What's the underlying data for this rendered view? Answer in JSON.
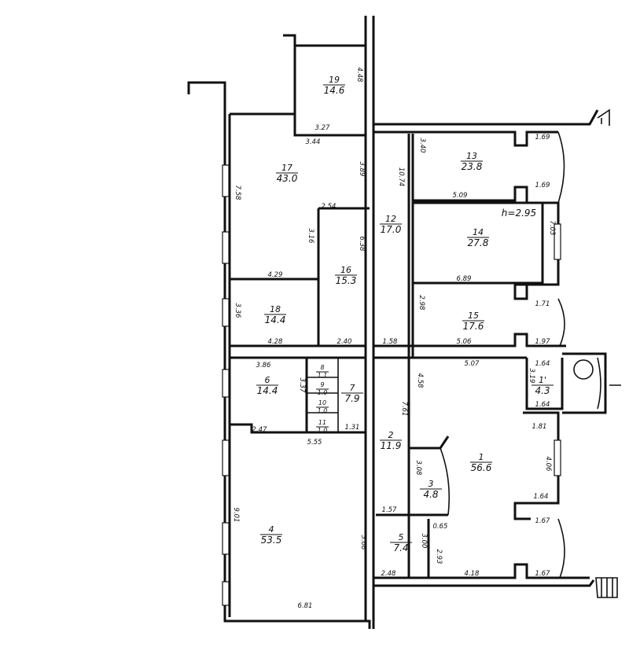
{
  "plan": {
    "height_note": "h=2.95",
    "rooms": [
      {
        "id": "19",
        "area": "14.6"
      },
      {
        "id": "17",
        "area": "43.0"
      },
      {
        "id": "16",
        "area": "15.3"
      },
      {
        "id": "18",
        "area": "14.4"
      },
      {
        "id": "12",
        "area": "17.0"
      },
      {
        "id": "13",
        "area": "23.8"
      },
      {
        "id": "14",
        "area": "27.8"
      },
      {
        "id": "15",
        "area": "17.6"
      },
      {
        "id": "6",
        "area": "14.4"
      },
      {
        "id": "8",
        "area": "1.1"
      },
      {
        "id": "9",
        "area": "1.0"
      },
      {
        "id": "10",
        "area": "1.0"
      },
      {
        "id": "11",
        "area": "1.0"
      },
      {
        "id": "7",
        "area": "7.9"
      },
      {
        "id": "4",
        "area": "53.5"
      },
      {
        "id": "2",
        "area": "11.9"
      },
      {
        "id": "3",
        "area": "4.8"
      },
      {
        "id": "5",
        "area": "7.4"
      },
      {
        "id": "1",
        "area": "56.6"
      },
      {
        "id": "1'",
        "area": "4.3"
      }
    ],
    "dimensions": [
      "4.48",
      "3.27",
      "3.44",
      "3.89",
      "7.58",
      "2.54",
      "3.16",
      "6.38",
      "4.29",
      "3.36",
      "4.28",
      "2.40",
      "3.40",
      "10.74",
      "5.09",
      "1.69",
      "1.69",
      "7.03",
      "6.89",
      "2.98",
      "1.71",
      "1.58",
      "5.06",
      "1.97",
      "3.86",
      "3.37",
      "5.07",
      "3.19",
      "1.64",
      "1.64",
      "4.58",
      "7.61",
      "2.47",
      "5.55",
      "1.31",
      "1.81",
      "4.06",
      "3.08",
      "1.64",
      "1.57",
      "1.67",
      "0.65",
      "9.01",
      "3.68",
      "3.00",
      "2.93",
      "2.48",
      "4.18",
      "1.67",
      "6.81"
    ]
  }
}
